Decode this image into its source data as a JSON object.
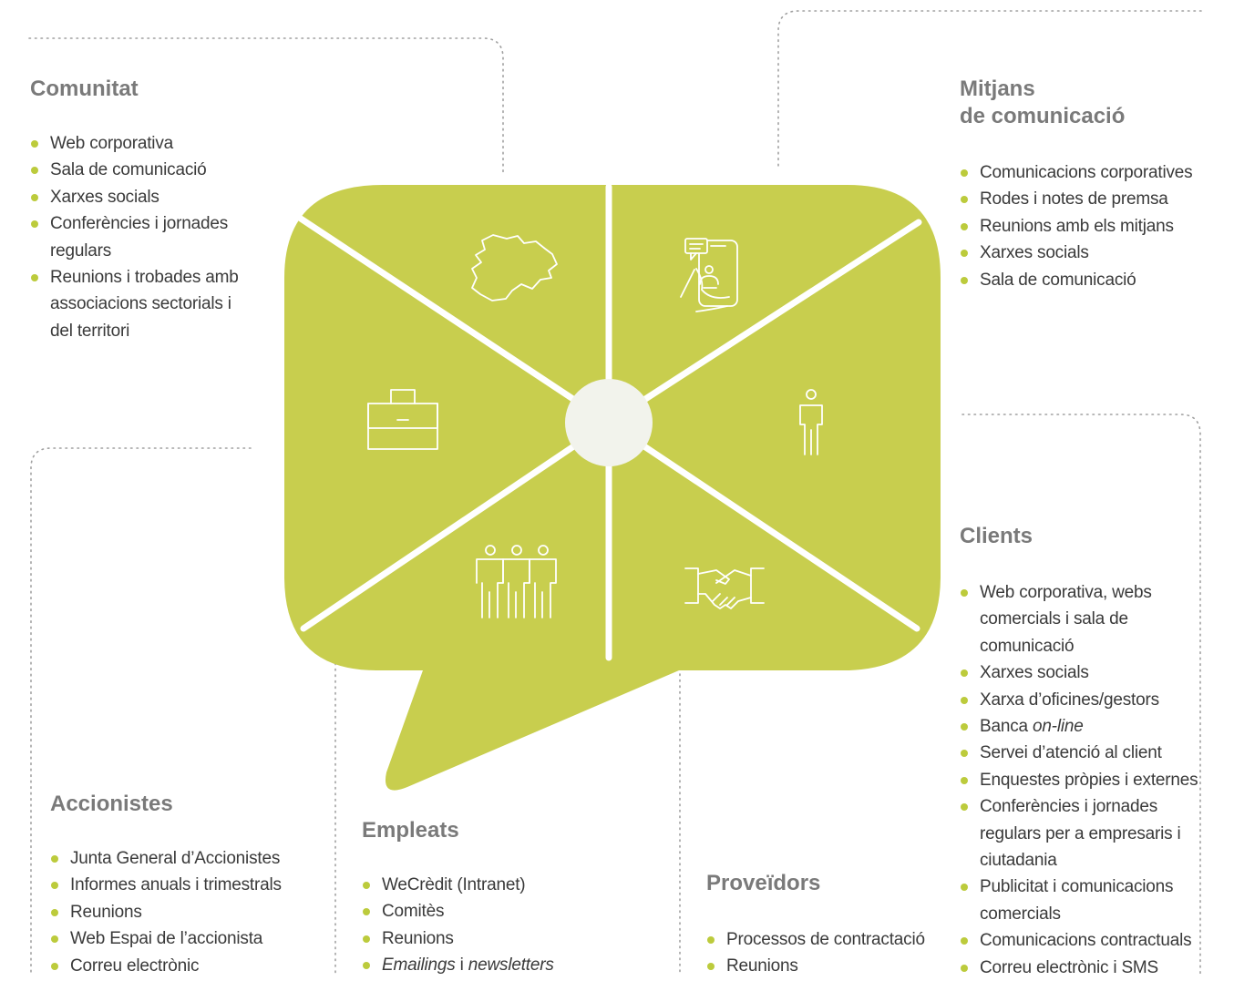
{
  "colors": {
    "bubble": "#c8ce4e",
    "divider": "#ffffff",
    "hub": "#f2f3ec",
    "bullet": "#bccb3c",
    "heading": "#7a7a7a",
    "text": "#3a3a3a",
    "dotted_line": "#a0a0a0"
  },
  "groups": {
    "comunitat": {
      "title": "Comunitat",
      "icon": "andorra-map-icon",
      "items": [
        [
          "Web corporativa"
        ],
        [
          "Sala de comunicació"
        ],
        [
          "Xarxes socials"
        ],
        [
          "Conferències i jornades",
          "regulars"
        ],
        [
          "Reunions i trobades amb",
          "associacions sectorials i",
          "del territori"
        ]
      ]
    },
    "mitjans": {
      "title_lines": [
        "Mitjans",
        "de comunicació"
      ],
      "icon": "smartphone-news-icon",
      "items": [
        [
          "Comunicacions corporatives"
        ],
        [
          "Rodes i notes de premsa"
        ],
        [
          "Reunions amb els mitjans"
        ],
        [
          "Xarxes socials"
        ],
        [
          "Sala de comunicació"
        ]
      ]
    },
    "clients": {
      "title": "Clients",
      "icon": "person-icon",
      "items": [
        [
          "Web corporativa, webs",
          "comercials i sala de",
          "comunicació"
        ],
        [
          "Xarxes socials"
        ],
        [
          "Xarxa d’oficines/gestors"
        ],
        [
          "Banca ",
          "on-line"
        ],
        [
          "Servei d’atenció al client"
        ],
        [
          "Enquestes pròpies i externes"
        ],
        [
          "Conferències i jornades",
          "regulars per a empresaris i",
          "ciutadania"
        ],
        [
          "Publicitat i comunicacions",
          "comercials"
        ],
        [
          "Comunicacions contractuals"
        ],
        [
          "Correu electrònic i SMS"
        ]
      ]
    },
    "accionistes": {
      "title": "Accionistes",
      "icon": "briefcase-icon",
      "items": [
        [
          "Junta General d’Accionistes"
        ],
        [
          "Informes anuals i trimestrals"
        ],
        [
          "Reunions"
        ],
        [
          "Web Espai de l’accionista"
        ],
        [
          "Correu electrònic"
        ]
      ]
    },
    "empleats": {
      "title": "Empleats",
      "icon": "group-people-icon",
      "items": [
        [
          "WeCrèdit (Intranet)"
        ],
        [
          "Comitès"
        ],
        [
          "Reunions"
        ],
        [
          "Emailings",
          " i ",
          "newsletters"
        ]
      ]
    },
    "proveidors": {
      "title": "Proveïdors",
      "icon": "handshake-icon",
      "items": [
        [
          "Processos de contractació"
        ],
        [
          "Reunions"
        ]
      ]
    }
  }
}
